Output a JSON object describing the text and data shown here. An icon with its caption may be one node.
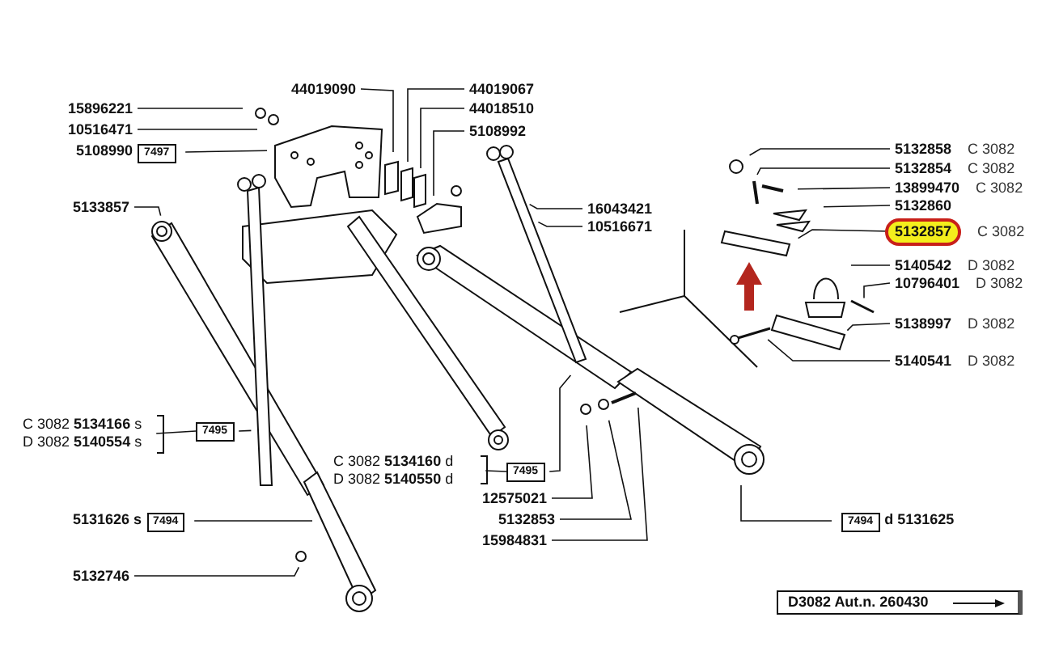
{
  "diagram": {
    "nodes": [
      {
        "text": [
          "15896221"
        ]
      },
      {
        "text": [
          "10516471"
        ]
      },
      {
        "text": [
          "7497"
        ],
        "beside": [
          "5108990"
        ]
      },
      {
        "text": [
          "44019090"
        ]
      },
      {
        "text": [
          "44019067"
        ]
      },
      {
        "text": [
          "44018510"
        ]
      },
      {
        "text": [
          "5108992"
        ]
      },
      {
        "text": [
          "5133857"
        ]
      },
      {
        "text": [
          "5132858"
        ],
        "beside": [
          "C 3082"
        ]
      },
      {
        "text": [
          "5132854"
        ],
        "beside": [
          "C 3082"
        ]
      },
      {
        "text": [
          "13899470"
        ],
        "beside": [
          "C 3082"
        ]
      },
      {
        "text": [
          "5132860"
        ]
      },
      {
        "text": [
          "5132857"
        ],
        "beside": [
          "C 3082"
        ]
      },
      {
        "text": [
          "16043421"
        ]
      },
      {
        "text": [
          "10516671"
        ]
      },
      {
        "text": [
          "5140542"
        ],
        "beside": [
          "D 3082"
        ]
      },
      {
        "text": [
          "10796401"
        ],
        "beside": [
          "D 3082"
        ]
      },
      {
        "text": [
          "5138997"
        ],
        "beside": [
          "D 3082"
        ]
      },
      {
        "text": [
          "5140541"
        ],
        "beside": [
          "D 3082"
        ]
      },
      {
        "text": [
          "C 3082 **5134166** s",
          "D 3082 **5140554** s"
        ]
      },
      {
        "text": [
          "7495"
        ]
      },
      {
        "text": [
          "C 3082 **5134160** d",
          "D 3082 **5140550** d"
        ]
      },
      {
        "text": [
          "7495"
        ]
      },
      {
        "text": [
          "12575021"
        ]
      },
      {
        "text": [
          "5132853"
        ]
      },
      {
        "text": [
          "15984831"
        ]
      },
      {
        "text": [
          "7494"
        ],
        "beside": [
          "5131626 s"
        ]
      },
      {
        "text": [
          "5132746"
        ]
      },
      {
        "text": [
          "7494"
        ],
        "beside": [
          "d 5131625"
        ]
      }
    ],
    "edges": [
      {
        "from": 0,
        "to": null,
        "arrow": "none"
      },
      {
        "from": 1,
        "to": null,
        "arrow": "none"
      },
      {
        "from": 2,
        "to": null,
        "arrow": "none"
      },
      {
        "from": 3,
        "to": null,
        "arrow": "none"
      },
      {
        "from": 4,
        "to": null,
        "arrow": "none"
      },
      {
        "from": 5,
        "to": null,
        "arrow": "none"
      },
      {
        "from": 6,
        "to": null,
        "arrow": "none"
      },
      {
        "from": 7,
        "to": null,
        "arrow": "none"
      },
      {
        "from": 8,
        "to": null,
        "arrow": "none"
      },
      {
        "from": 9,
        "to": null,
        "arrow": "none"
      },
      {
        "from": 10,
        "to": null,
        "arrow": "none"
      },
      {
        "from": 11,
        "to": null,
        "arrow": "none"
      },
      {
        "from": 12,
        "to": null,
        "arrow": "none"
      },
      {
        "from": 13,
        "to": null,
        "arrow": "none"
      },
      {
        "from": 14,
        "to": null,
        "arrow": "none"
      },
      {
        "from": 15,
        "to": null,
        "arrow": "none"
      },
      {
        "from": 16,
        "to": null,
        "arrow": "none"
      },
      {
        "from": 17,
        "to": null,
        "arrow": "none"
      },
      {
        "from": 18,
        "to": null,
        "arrow": "none"
      },
      {
        "from": 19,
        "to": 20,
        "arrow": "none"
      },
      {
        "from": 20,
        "to": null,
        "arrow": "none"
      },
      {
        "from": 21,
        "to": 22,
        "arrow": "none"
      },
      {
        "from": 22,
        "to": null,
        "arrow": "none"
      },
      {
        "from": 23,
        "to": null,
        "arrow": "none"
      },
      {
        "from": 24,
        "to": null,
        "arrow": "none"
      },
      {
        "from": 25,
        "to": null,
        "arrow": "none"
      },
      {
        "from": 26,
        "to": null,
        "arrow": "none"
      },
      {
        "from": 27,
        "to": null,
        "arrow": "none"
      },
      {
        "from": 28,
        "to": null,
        "arrow": "none"
      }
    ],
    "labels": [
      "D3082 Aut.n. 260430"
    ]
  }
}
